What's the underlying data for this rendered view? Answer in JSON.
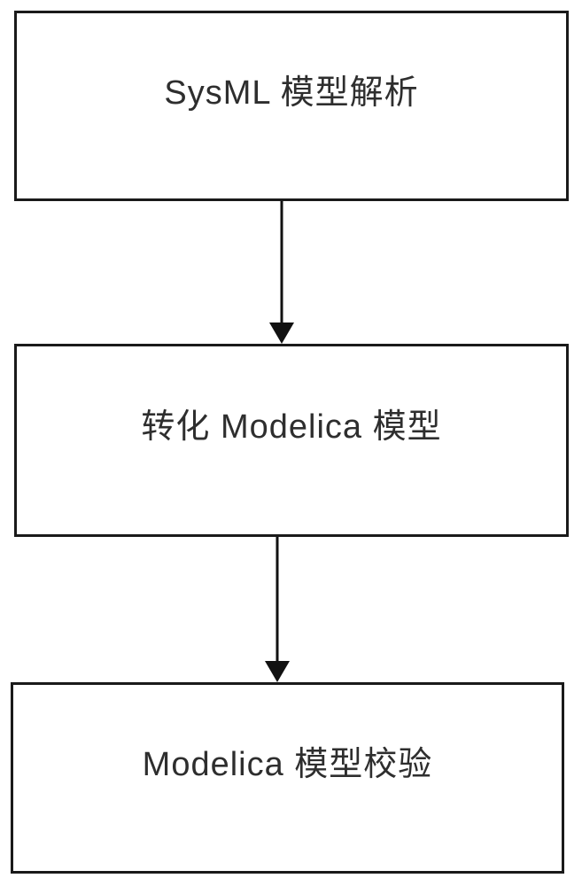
{
  "diagram": {
    "type": "flowchart",
    "direction": "top-down",
    "nodes": [
      {
        "id": "step-1",
        "label": "SysML 模型解析"
      },
      {
        "id": "step-2",
        "label": "转化 Modelica 模型"
      },
      {
        "id": "step-3",
        "label": "Modelica 模型校验"
      }
    ],
    "edges": [
      {
        "from": "step-1",
        "to": "step-2",
        "style": "solid-arrow-down"
      },
      {
        "from": "step-2",
        "to": "step-3",
        "style": "solid-arrow-down"
      }
    ],
    "colors": {
      "background": "#ffffff",
      "node_border": "#1a1a1a",
      "node_fill": "#ffffff",
      "text": "#2e2e2e",
      "arrow": "#111111"
    }
  }
}
